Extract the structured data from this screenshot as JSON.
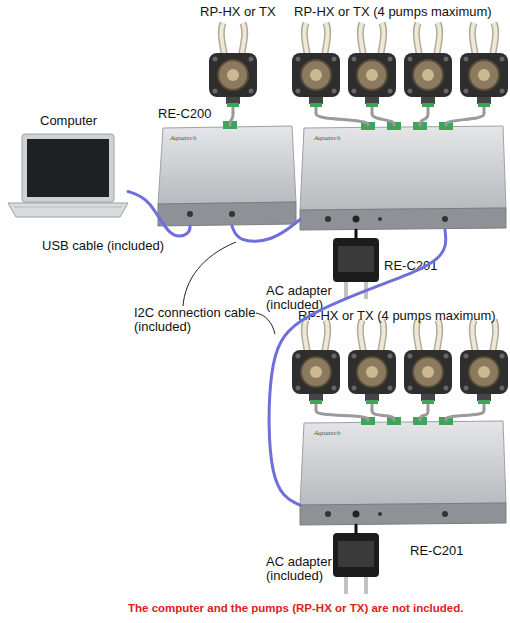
{
  "diagram": {
    "nodes": [
      {
        "text": [
          "Computer"
        ]
      },
      {
        "text": [
          "RP-HX or TX"
        ]
      },
      {
        "text": [
          "RE-C200"
        ]
      },
      {
        "text": [
          "RP-HX or TX (4 pumps maximum)"
        ]
      },
      {
        "text": [
          "RE-C201"
        ]
      },
      {
        "text": [
          "AC adapter (included)"
        ]
      },
      {
        "text": [
          "RP-HX or TX (4 pumps maximum)"
        ]
      },
      {
        "text": [
          "RE-C201"
        ]
      },
      {
        "text": [
          "AC adapter (included)"
        ]
      }
    ],
    "edges": [
      {
        "from": 0,
        "to": 2,
        "arrow": "none"
      },
      {
        "from": 1,
        "to": 2,
        "arrow": "none"
      },
      {
        "from": 2,
        "to": 4,
        "arrow": "none"
      },
      {
        "from": 3,
        "to": 4,
        "arrow": "none"
      },
      {
        "from": 5,
        "to": 4,
        "arrow": "none"
      },
      {
        "from": 4,
        "to": 7,
        "arrow": "none"
      },
      {
        "from": 6,
        "to": 7,
        "arrow": "none"
      },
      {
        "from": 8,
        "to": 7,
        "arrow": "none"
      }
    ],
    "labels": [
      "Aquatech",
      "Aquatech",
      "Aquatech",
      "USB cable (included)",
      "I2C connection cable (included)",
      "The computer and the pumps (RP-HX or TX) are not included."
    ]
  }
}
